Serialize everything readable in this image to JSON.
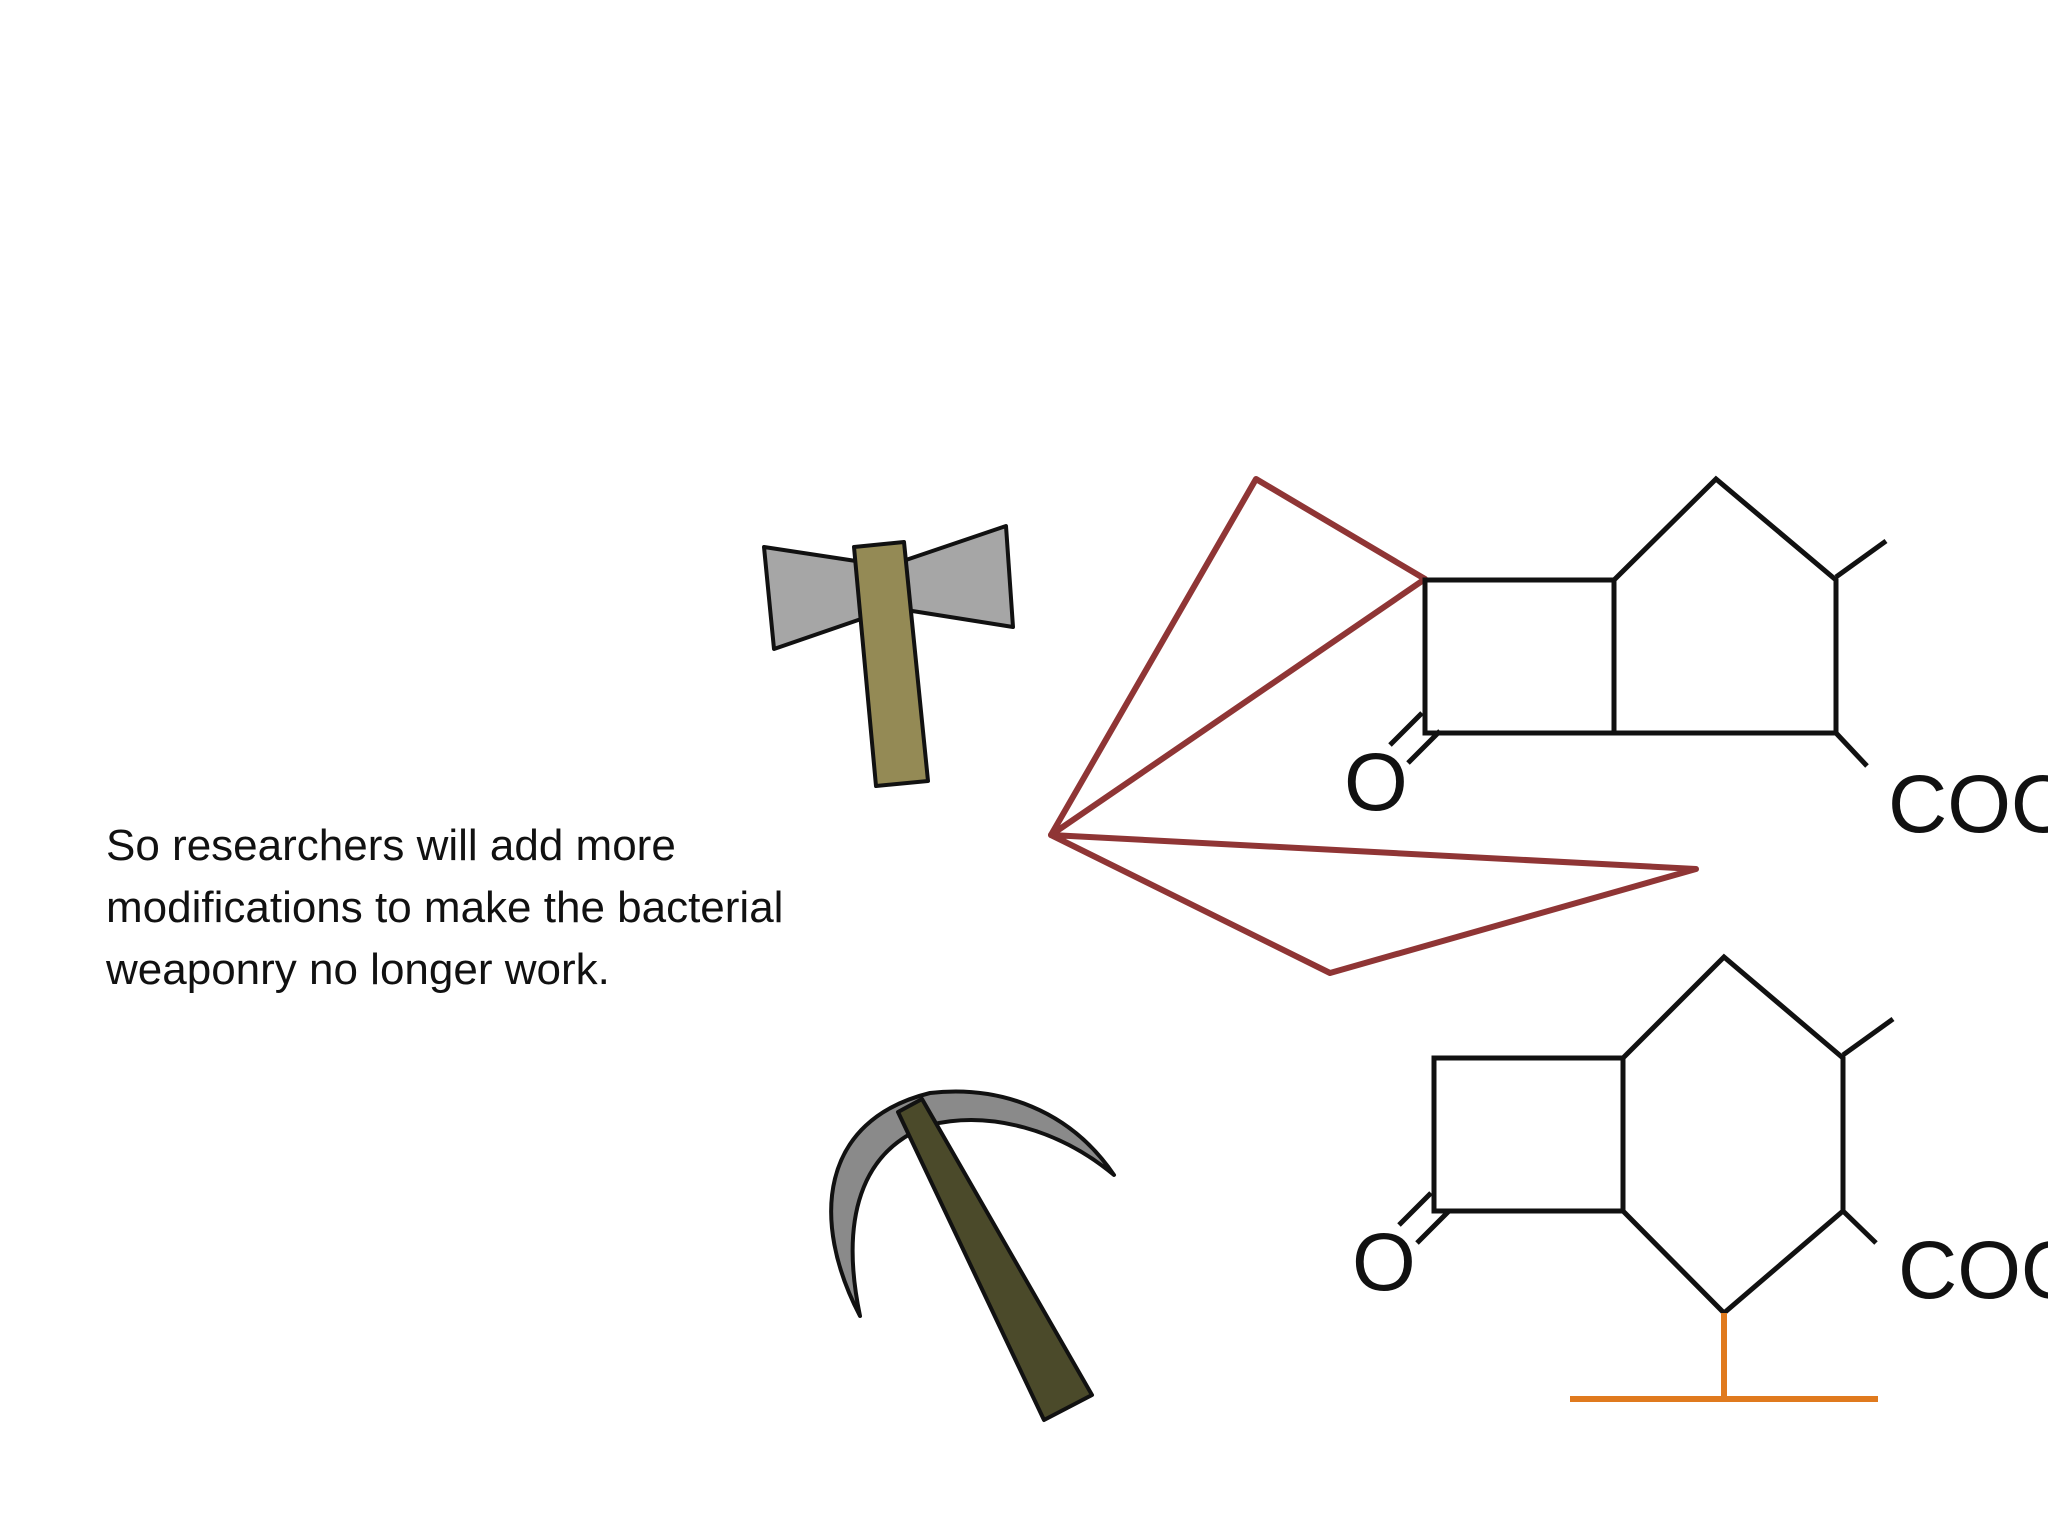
{
  "caption": "So researchers will add more modifications to make the bacterial weaponry no longer work.",
  "molecules": {
    "top": {
      "oxygen_label": "O",
      "group_label": "COO"
    },
    "bottom": {
      "oxygen_label": "O",
      "group_label": "COO"
    }
  },
  "icons": {
    "axe": "axe-icon",
    "pickaxe": "pickaxe-icon"
  },
  "colors": {
    "modification_lines": "#8f3535",
    "anchor_group": "#e07a1e",
    "axe_blade": "#a6a6a6",
    "axe_handle": "#948a55",
    "pickaxe_head": "#8a8a8a",
    "pickaxe_handle": "#4b4a2a"
  }
}
